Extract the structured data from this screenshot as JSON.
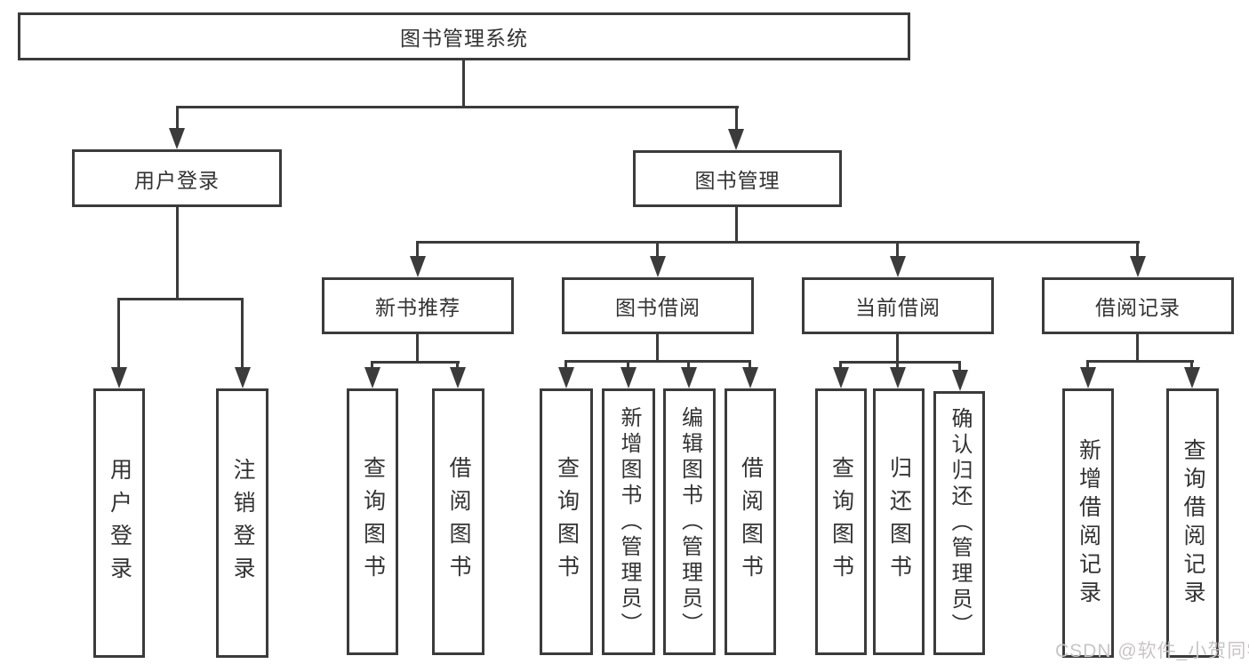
{
  "diagram_title": "图书管理系统",
  "nodes": {
    "root": "图书管理系统",
    "level2": [
      "用户登录",
      "图书管理"
    ],
    "level3": [
      "新书推荐",
      "图书借阅",
      "当前借阅",
      "借阅记录"
    ],
    "leaves": [
      "用户登录",
      "注销登录",
      "查询图书",
      "借阅图书",
      "查询图书",
      "新增图书（管理员）",
      "编辑图书（管理员）",
      "借阅图书",
      "查询图书",
      "归还图书",
      "确认归还（管理员）",
      "新增借阅记录",
      "查询借阅记录"
    ]
  },
  "watermark": "CSDN @软件_小贺同学",
  "colors": {
    "line": "#3b3b3b",
    "text": "#333333",
    "box_background": "#ffffff",
    "page_background": "#ffffff",
    "watermark": "#c9c5c5"
  }
}
